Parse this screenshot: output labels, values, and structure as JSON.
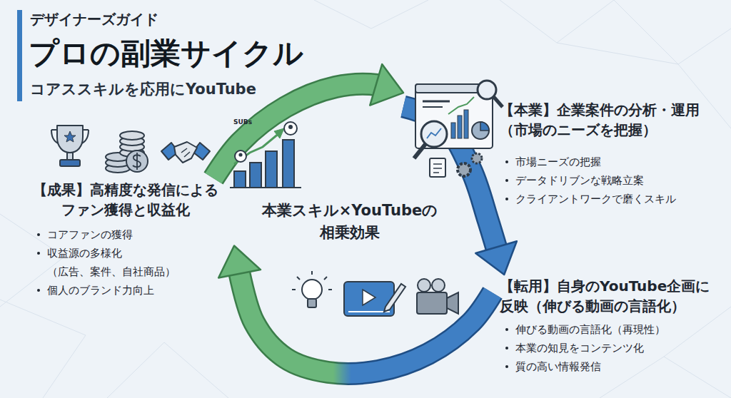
{
  "diagram": {
    "title": "プロの副業サイクル",
    "nodes": [
      {
        "text": [
          "【本業】企業案件の分析・運用 （市場のニーズを把握）",
          "市場ニーズの把握",
          "データドリブンな戦略立案",
          "クライアントワークで磨くスキル"
        ]
      },
      {
        "text": [
          "【転用】自身のYouTube企画に 反映（伸びる動画の言語化）",
          "伸びる動画の言語化（再現性）",
          "本業の知見をコンテンツ化",
          "質の高い情報発信"
        ]
      },
      {
        "text": [
          "【成果】高精度な発信による ファン獲得と収益化",
          "コアファンの獲得",
          "収益源の多様化 （広告、案件、自社商品）",
          "個人のブランド力向上"
        ]
      }
    ],
    "edges": [
      {
        "from": 0,
        "to": 1,
        "arrow": "to"
      },
      {
        "from": 1,
        "to": 2,
        "arrow": "to"
      },
      {
        "from": 2,
        "to": 0,
        "arrow": "to"
      }
    ],
    "labels": [
      "デザイナーズガイド",
      "コアススキルを応用にYouTube",
      "本業スキル×YouTubeの 相乗効果",
      "SUBs"
    ]
  }
}
